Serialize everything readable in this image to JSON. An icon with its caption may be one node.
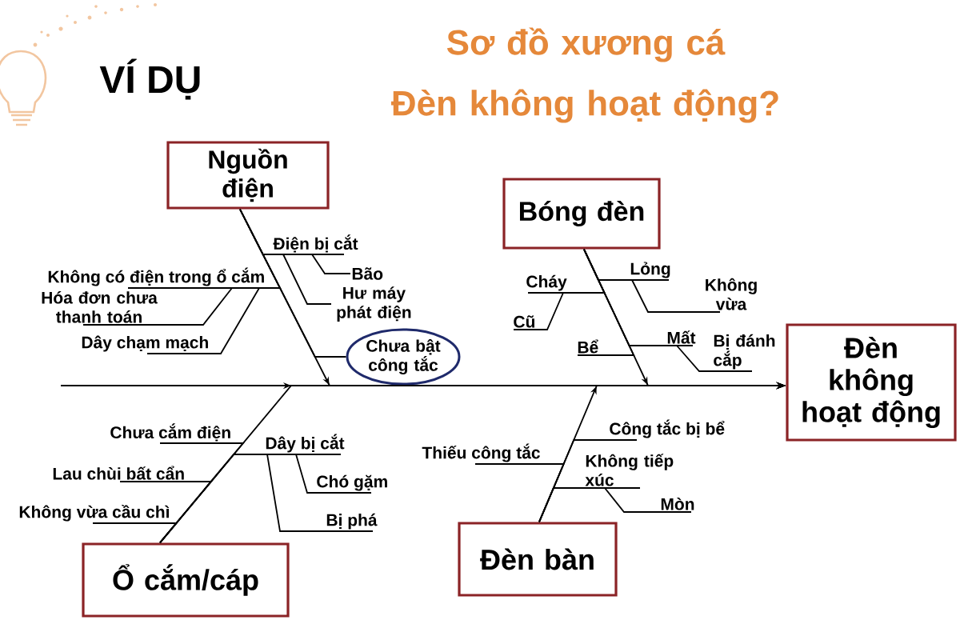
{
  "diagram": {
    "title": "Sơ đồ xương cá Đèn không hoạt động?",
    "nodes": [
      {
        "text": [
          "Nguồn điện"
        ]
      },
      {
        "text": [
          "Bóng đèn"
        ]
      },
      {
        "text": [
          "Điện bị cắt"
        ]
      },
      {
        "text": [
          "Không có điện trong ổ cắm"
        ]
      },
      {
        "text": [
          "Bão"
        ]
      },
      {
        "text": [
          "Hóa đơn chưa thanh toán"
        ]
      },
      {
        "text": [
          "Hư máy phát điện"
        ]
      },
      {
        "text": [
          "Lỏng"
        ]
      },
      {
        "text": [
          "Cháy"
        ]
      },
      {
        "text": [
          "Không vừa"
        ]
      },
      {
        "text": [
          "Cũ"
        ]
      },
      {
        "text": [
          "Mất"
        ]
      },
      {
        "text": [
          "Bể"
        ]
      },
      {
        "text": [
          "Bị đánh cắp"
        ]
      },
      {
        "text": [
          "Dây chạm mạch"
        ]
      },
      {
        "text": [
          "Chưa bật công tắc"
        ]
      },
      {
        "text": [
          "Đèn không hoạt động"
        ]
      },
      {
        "text": [
          "Chưa cắm điện"
        ]
      },
      {
        "text": [
          "Dây bị cắt"
        ]
      },
      {
        "text": [
          "Công tắc bị bể"
        ]
      },
      {
        "text": [
          "Thiếu công tắc"
        ]
      },
      {
        "text": [
          "Không tiếp xúc"
        ]
      },
      {
        "text": [
          "Lau chùi bất cẩn"
        ]
      },
      {
        "text": [
          "Chó gặm"
        ]
      },
      {
        "text": [
          "Mòn"
        ]
      },
      {
        "text": [
          "Không vừa cầu chì"
        ]
      },
      {
        "text": [
          "Bị phá"
        ]
      },
      {
        "text": [
          "Ổ cắm/cáp"
        ]
      },
      {
        "text": [
          "Đèn bàn"
        ]
      }
    ],
    "edges": [
      {
        "from": null,
        "to": 16,
        "arrow": "to"
      },
      {
        "from": 0,
        "to": 16,
        "arrow": "to"
      },
      {
        "from": 1,
        "to": 16,
        "arrow": "to"
      },
      {
        "from": 27,
        "to": 16,
        "arrow": "to"
      },
      {
        "from": 28,
        "to": 16,
        "arrow": "to"
      },
      {
        "from": 2,
        "to": 0,
        "arrow": "none"
      },
      {
        "from": 4,
        "to": 2,
        "arrow": "none"
      },
      {
        "from": 6,
        "to": 2,
        "arrow": "none"
      },
      {
        "from": 3,
        "to": 0,
        "arrow": "none"
      },
      {
        "from": 5,
        "to": 3,
        "arrow": "none"
      },
      {
        "from": 14,
        "to": 3,
        "arrow": "none"
      },
      {
        "from": 15,
        "to": 0,
        "arrow": "none"
      },
      {
        "from": 7,
        "to": 1,
        "arrow": "none"
      },
      {
        "from": 9,
        "to": 7,
        "arrow": "none"
      },
      {
        "from": 8,
        "to": 1,
        "arrow": "none"
      },
      {
        "from": 10,
        "to": 8,
        "arrow": "none"
      },
      {
        "from": 12,
        "to": 1,
        "arrow": "none"
      },
      {
        "from": 11,
        "to": 1,
        "arrow": "none"
      },
      {
        "from": 13,
        "to": 11,
        "arrow": "none"
      },
      {
        "from": 17,
        "to": 27,
        "arrow": "none"
      },
      {
        "from": 22,
        "to": 27,
        "arrow": "none"
      },
      {
        "from": 25,
        "to": 27,
        "arrow": "none"
      },
      {
        "from": 18,
        "to": 27,
        "arrow": "none"
      },
      {
        "from": 23,
        "to": 18,
        "arrow": "none"
      },
      {
        "from": 26,
        "to": 18,
        "arrow": "none"
      },
      {
        "from": 19,
        "to": 28,
        "arrow": "none"
      },
      {
        "from": 20,
        "to": 28,
        "arrow": "none"
      },
      {
        "from": 21,
        "to": 28,
        "arrow": "none"
      },
      {
        "from": 24,
        "to": 21,
        "arrow": "none"
      }
    ],
    "labels": [
      "VÍ DỤ"
    ]
  }
}
